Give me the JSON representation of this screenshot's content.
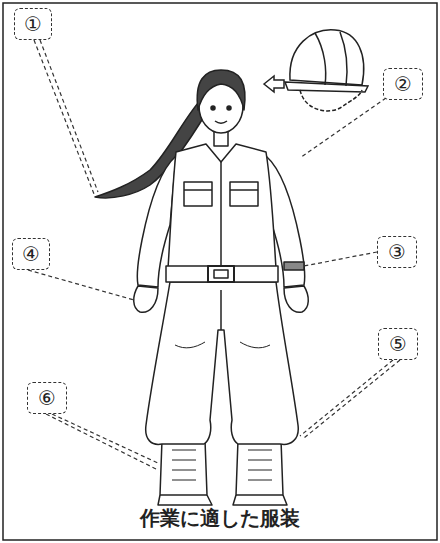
{
  "diagram": {
    "caption": "作業に適した服装",
    "nodes": [
      {
        "text": [
          "①"
        ]
      },
      {
        "text": [
          "②"
        ]
      },
      {
        "text": [
          "③"
        ]
      },
      {
        "text": [
          "④"
        ]
      },
      {
        "text": [
          "⑤"
        ]
      },
      {
        "text": [
          "⑥"
        ]
      }
    ]
  }
}
